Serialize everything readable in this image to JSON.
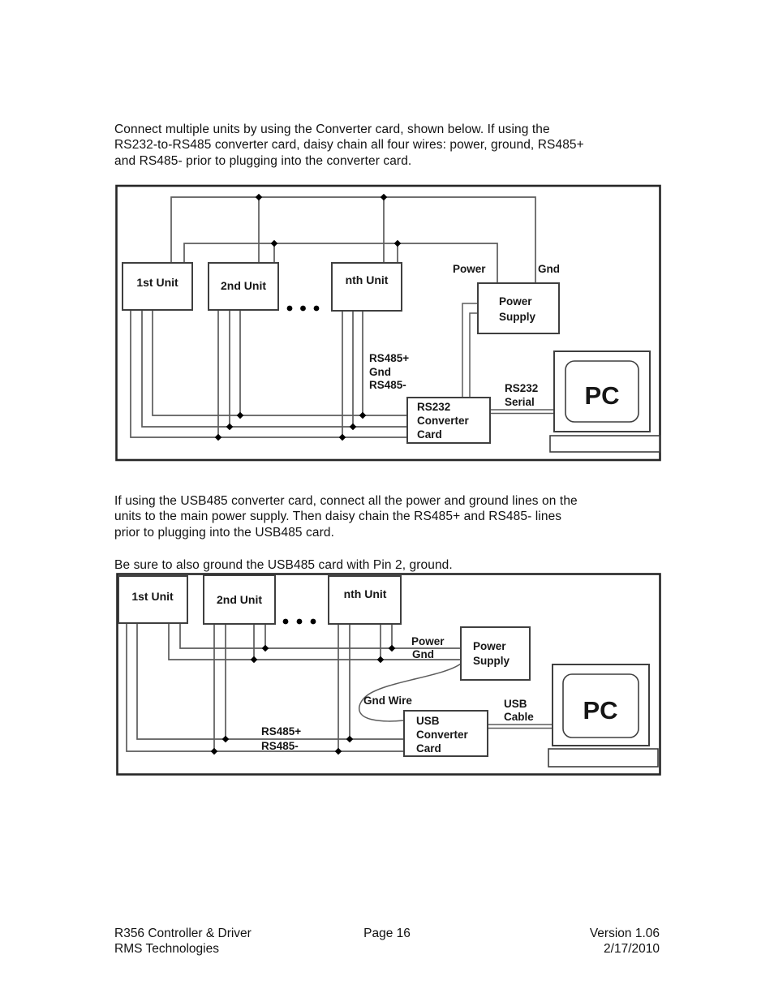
{
  "page": {
    "p1": [
      "Connect multiple units by using the Converter card, shown below.  If using the",
      "RS232-to-RS485 converter card, daisy chain all four wires: power, ground, RS485+",
      "and RS485- prior to plugging into the converter card."
    ],
    "p2": [
      "If using the USB485 converter card, connect all the power and ground lines on the",
      "units to the main power supply.  Then daisy chain the RS485+ and RS485- lines",
      "prior to plugging into the USB485 card."
    ],
    "p3": [
      "Be sure to also ground the USB485 card with Pin 2, ground."
    ]
  },
  "diagram1": {
    "units": [
      "1st Unit",
      "2nd Unit",
      "nth Unit"
    ],
    "power_line_label": "Power",
    "gnd_line_label": "Gnd",
    "power_supply": [
      "Power",
      "Supply"
    ],
    "bus_labels": [
      "RS485+",
      "Gnd",
      "RS485-"
    ],
    "serial_label": [
      "RS232",
      "Serial"
    ],
    "converter_card": [
      "RS232",
      "Converter",
      "Card"
    ],
    "pc_label": "PC"
  },
  "diagram2": {
    "units": [
      "1st Unit",
      "2nd Unit",
      "nth Unit"
    ],
    "power_line_label": "Power",
    "gnd_line_label": "Gnd",
    "power_supply": [
      "Power",
      "Supply"
    ],
    "gnd_wire_label": "Gnd Wire",
    "usb_cable_label": [
      "USB",
      "Cable"
    ],
    "converter_card": [
      "USB",
      "Converter",
      "Card"
    ],
    "bus_labels": [
      "RS485+",
      "RS485-"
    ],
    "pc_label": "PC"
  },
  "footer": {
    "left_line1": "R356 Controller & Driver",
    "left_line2": "RMS Technologies",
    "center": "Page 16",
    "right_line1": "Version 1.06",
    "right_line2": "2/17/2010"
  }
}
